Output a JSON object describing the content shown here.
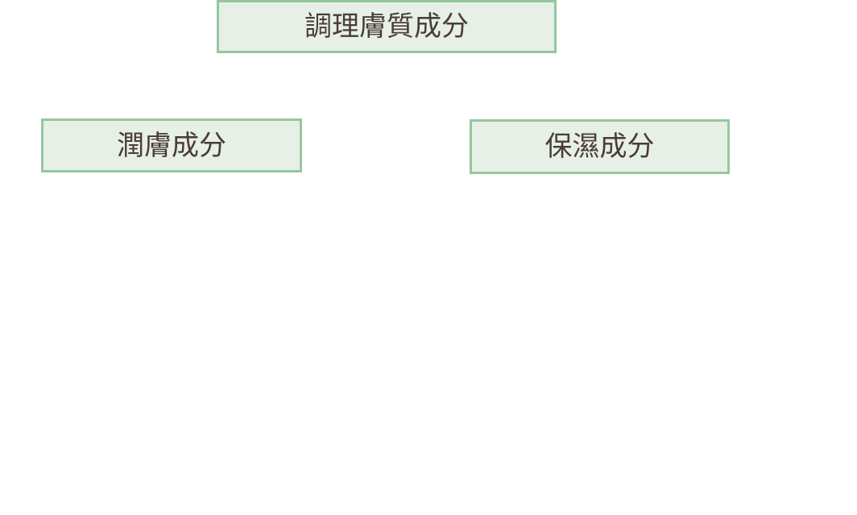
{
  "diagram": {
    "nodes": [
      {
        "id": "top",
        "label": "調理膚質成分"
      },
      {
        "id": "left",
        "label": "潤膚成分"
      },
      {
        "id": "right",
        "label": "保濕成分"
      }
    ]
  },
  "colors": {
    "node_fill": "#e6f0e7",
    "node_border": "#97c69e",
    "text": "#4a3c36",
    "background": "#ffffff"
  }
}
